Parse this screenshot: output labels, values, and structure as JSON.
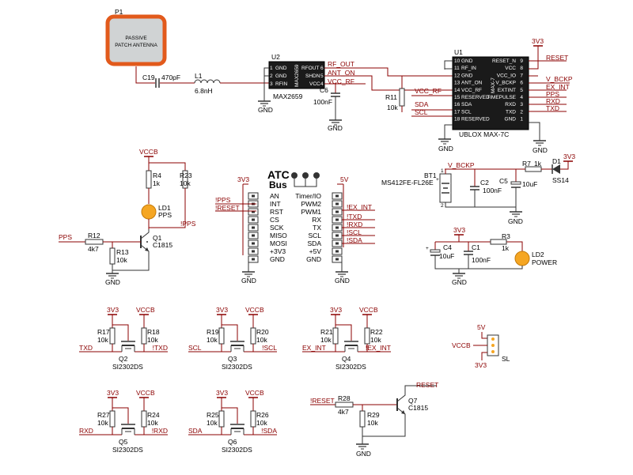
{
  "antenna": {
    "ref": "P1",
    "line1": "PASSIVE",
    "line2": "PATCH ANTENNA"
  },
  "c19": {
    "ref": "C19",
    "value": "470pF"
  },
  "l1": {
    "ref": "L1",
    "value": "6.8nH"
  },
  "u2": {
    "ref": "U2",
    "part": "MAX2659",
    "body": "MAX2659",
    "pins_left": [
      "GND",
      "GND",
      "RFIN"
    ],
    "pins_right": [
      "RFOUT",
      "SHDN",
      "VCC"
    ],
    "pin_numbers": [
      "1",
      "2",
      "3",
      "6",
      "5",
      "4"
    ]
  },
  "c6": {
    "ref": "C6",
    "value": "100nF"
  },
  "nets": {
    "rf_out": "RF_OUT",
    "ant_on": "ANT_ON",
    "vcc_rf": "VCC_RF",
    "vcc_rf2": "VCC_RF",
    "sda": "SDA",
    "scl": "SCL",
    "reset": "RESET",
    "v_bckp": "V_BCKP",
    "ex_int": "EX_INT",
    "pps": "PPS",
    "rxd": "RXD",
    "txd": "TXD",
    "v_bckp2": "V_BCKP",
    "pps_left": "PPS",
    "n_pps": "!PPS",
    "n_pps2": "!PPS",
    "n_reset": "!RESET",
    "reset_q7": "RESET",
    "n_reset_q7": "!RESET"
  },
  "r11": {
    "ref": "R11",
    "value": "10k"
  },
  "u1": {
    "ref": "U1",
    "part": "UBLOX MAX-7C",
    "body": "MAX-7",
    "left": [
      {
        "num": "10",
        "name": "GND"
      },
      {
        "num": "11",
        "name": "RF_IN"
      },
      {
        "num": "12",
        "name": "GND"
      },
      {
        "num": "13",
        "name": "ANT_ON"
      },
      {
        "num": "14",
        "name": "VCC_RF"
      },
      {
        "num": "15",
        "name": "RESERVED"
      },
      {
        "num": "16",
        "name": "SDA"
      },
      {
        "num": "17",
        "name": "SCL"
      },
      {
        "num": "18",
        "name": "RESERVED"
      }
    ],
    "right": [
      {
        "num": "9",
        "name": "RESET_N"
      },
      {
        "num": "8",
        "name": "VCC"
      },
      {
        "num": "7",
        "name": "VCC_IO"
      },
      {
        "num": "6",
        "name": "V_BCKP"
      },
      {
        "num": "5",
        "name": "EXTINT"
      },
      {
        "num": "4",
        "name": "TIMEPULSE"
      },
      {
        "num": "3",
        "name": "RXD"
      },
      {
        "num": "2",
        "name": "TXD"
      },
      {
        "num": "1",
        "name": "GND"
      }
    ]
  },
  "power": {
    "v3v3": "3V3",
    "vccb": "VCCB",
    "v5": "5V",
    "gnd": "GND"
  },
  "bt1": {
    "ref": "BT1",
    "part": "MS412FE-FL26E",
    "plus": "+",
    "one": "1",
    "two": "2"
  },
  "c2": {
    "ref": "C2",
    "value": "100nF"
  },
  "r7": {
    "ref": "R7",
    "value": "1k"
  },
  "c5": {
    "ref": "C5",
    "value": "10uF"
  },
  "d1": {
    "ref": "D1",
    "part": "SS14"
  },
  "atc": {
    "title1": "ATC",
    "title2": "Bus",
    "left": [
      "AN",
      "INT",
      "RST",
      "CS",
      "SCK",
      "MISO",
      "MOSI",
      "+3V3",
      "GND"
    ],
    "right": [
      "Timer/IO",
      "PWM2",
      "PWM1",
      "RX",
      "TX",
      "SCL",
      "SDA",
      "+5V",
      "GND"
    ],
    "left_nets": [
      "!PPS",
      "!RESET"
    ],
    "right_nets": [
      "!EX_INT",
      "!TXD",
      "!RXD",
      "!SCL",
      "!SDA"
    ]
  },
  "r4": {
    "ref": "R4",
    "value": "1k"
  },
  "r23": {
    "ref": "R23",
    "value": "10k"
  },
  "ld1": {
    "ref": "LD1",
    "part": "PPS"
  },
  "r12": {
    "ref": "R12",
    "value": "4k7"
  },
  "r13": {
    "ref": "R13",
    "value": "10k"
  },
  "q1": {
    "ref": "Q1",
    "part": "C1815"
  },
  "c4": {
    "ref": "C4",
    "value": "10uF"
  },
  "c1": {
    "ref": "C1",
    "value": "100nF"
  },
  "r3": {
    "ref": "R3",
    "value": "1k"
  },
  "ld2": {
    "ref": "LD2",
    "part": "POWER"
  },
  "sl": {
    "ref": "SL",
    "top": "5V",
    "mid": "VCCB",
    "bottom": "3V3"
  },
  "shifters": [
    {
      "q": "Q2",
      "part": "SI2302DS",
      "ra": "R17",
      "rav": "10k",
      "rb": "R18",
      "rbv": "10k",
      "in": "TXD",
      "out": "!TXD"
    },
    {
      "q": "Q3",
      "part": "SI2302DS",
      "ra": "R19",
      "rav": "10k",
      "rb": "R20",
      "rbv": "10k",
      "in": "SCL",
      "out": "!SCL"
    },
    {
      "q": "Q4",
      "part": "SI2302DS",
      "ra": "R21",
      "rav": "10k",
      "rb": "R22",
      "rbv": "10k",
      "in": "EX_INT",
      "out": "!EX_INT"
    },
    {
      "q": "Q5",
      "part": "SI2302DS",
      "ra": "R27",
      "rav": "10k",
      "rb": "R24",
      "rbv": "10k",
      "in": "RXD",
      "out": "!RXD"
    },
    {
      "q": "Q6",
      "part": "SI2302DS",
      "ra": "R25",
      "rav": "10k",
      "rb": "R26",
      "rbv": "10k",
      "in": "SDA",
      "out": "!SDA"
    }
  ],
  "r28": {
    "ref": "R28",
    "value": "4k7"
  },
  "r29": {
    "ref": "R29",
    "value": "10k"
  },
  "q7": {
    "ref": "Q7",
    "part": "C1815"
  }
}
